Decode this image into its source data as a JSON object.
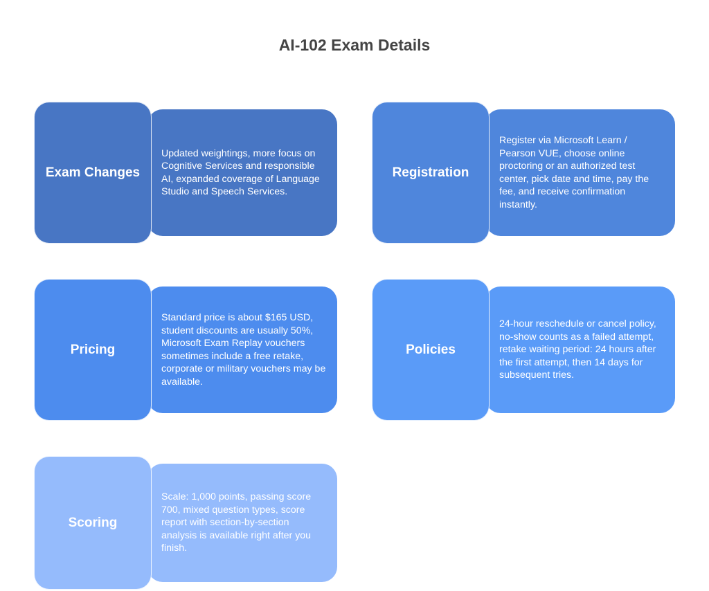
{
  "title": "AI-102 Exam Details",
  "cards": [
    {
      "heading": "Exam Changes",
      "text": "Updated weightings, more focus on Cognitive Services and responsible AI, expanded coverage of Language Studio and Speech Services.",
      "color": "#4876c4"
    },
    {
      "heading": "Registration",
      "text": "Register via Microsoft Learn / Pearson VUE, choose online proctoring or an authorized test center, pick date and time, pay the fee, and receive confirmation instantly.",
      "color": "#4f86dc"
    },
    {
      "heading": "Pricing",
      "text": "Standard price is about $165 USD, student discounts are usually 50%, Microsoft Exam Replay vouchers sometimes include a free retake, corporate or military vouchers may be available.",
      "color": "#4d8cee"
    },
    {
      "heading": "Policies",
      "text": "24-hour reschedule or cancel policy, no-show counts as a failed attempt, retake waiting period: 24 hours after the first attempt, then 14 days for subsequent tries.",
      "color": "#5a9bf8"
    },
    {
      "heading": "Scoring",
      "text": "Scale: 1,000 points, passing score 700, mixed question types, score report with section-by-section analysis is available right after you finish.",
      "color": "#95bbfc"
    }
  ]
}
